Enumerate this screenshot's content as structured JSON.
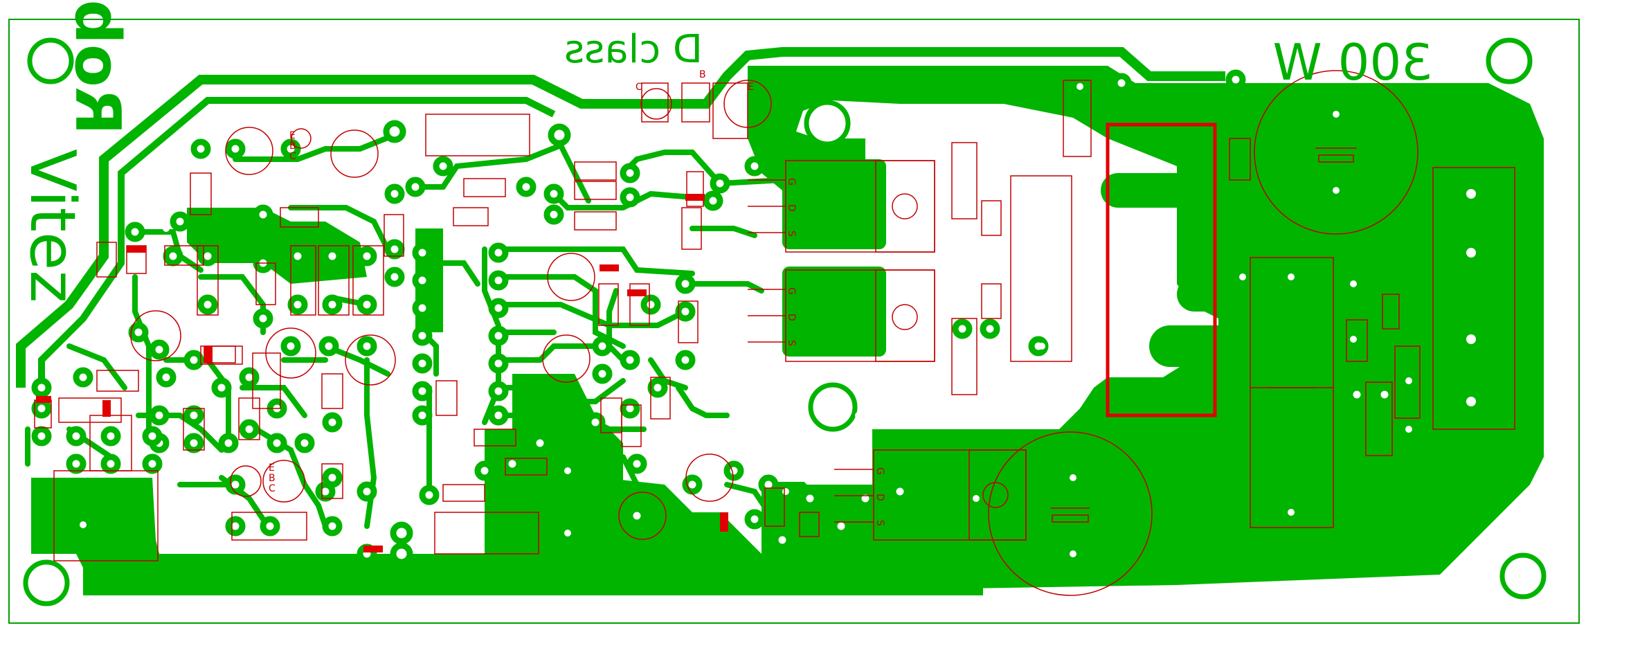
{
  "board": {
    "title_text": "300 W",
    "subtitle_text": "D class",
    "author_first": "Robi",
    "author_last": "Vitez"
  },
  "components": {
    "mosfet_upper": {
      "pins": [
        "G",
        "D",
        "S"
      ]
    },
    "mosfet_middle": {
      "pins": [
        "G",
        "D",
        "S"
      ]
    },
    "mosfet_lower": {
      "pins": [
        "G",
        "D",
        "S"
      ]
    },
    "transistor_small": {
      "pins": [
        "E",
        "B",
        "C"
      ]
    },
    "transistor_small_2": {
      "pins": [
        "E",
        "B",
        "C"
      ]
    },
    "transistor_top": {
      "pins": [
        "C",
        "B",
        "E"
      ]
    }
  },
  "colors": {
    "copper": "#00b400",
    "silkscreen": "#c00000",
    "highlight": "#e00000",
    "board_outline": "#00a000",
    "pad": "#ffffff",
    "background": "#ffffff"
  }
}
